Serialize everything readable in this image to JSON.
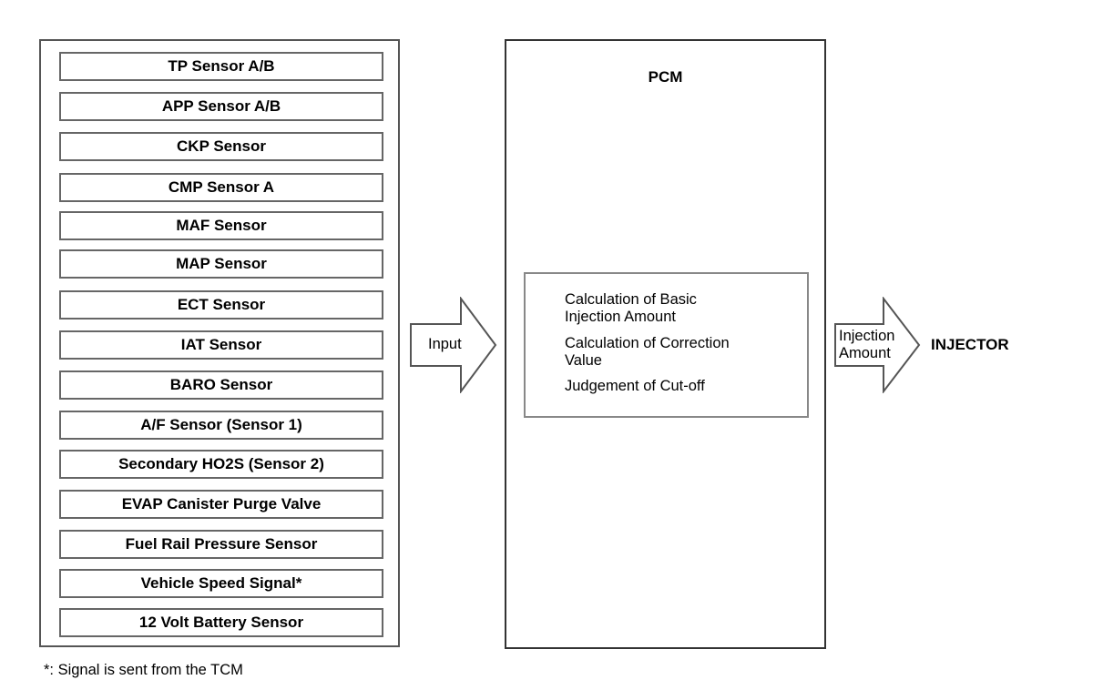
{
  "sensors": {
    "items": [
      {
        "label": "TP Sensor A/B"
      },
      {
        "label": "APP Sensor A/B"
      },
      {
        "label": "CKP Sensor"
      },
      {
        "label": "CMP Sensor A"
      },
      {
        "label": "MAF Sensor"
      },
      {
        "label": "MAP Sensor"
      },
      {
        "label": "ECT Sensor"
      },
      {
        "label": "IAT Sensor"
      },
      {
        "label": "BARO Sensor"
      },
      {
        "label": "A/F Sensor (Sensor 1)"
      },
      {
        "label": "Secondary HO2S (Sensor 2)"
      },
      {
        "label": "EVAP Canister Purge Valve"
      },
      {
        "label": "Fuel Rail Pressure Sensor"
      },
      {
        "label": "Vehicle Speed Signal*"
      },
      {
        "label": "12 Volt Battery Sensor"
      }
    ]
  },
  "input_arrow": {
    "label": "Input"
  },
  "pcm": {
    "title": "PCM",
    "calculations": {
      "basic_line1": "Calculation of Basic",
      "basic_line2": "Injection Amount",
      "correction_line1": "Calculation of Correction",
      "correction_line2": "Value",
      "cutoff": "Judgement of Cut-off"
    }
  },
  "output_arrow": {
    "label_line1": "Injection",
    "label_line2": "Amount"
  },
  "output": {
    "label": "INJECTOR"
  },
  "footnote": {
    "text": "*: Signal is sent from the TCM"
  },
  "colors": {
    "stroke": "#555555",
    "text": "#000000",
    "background": "#ffffff"
  }
}
